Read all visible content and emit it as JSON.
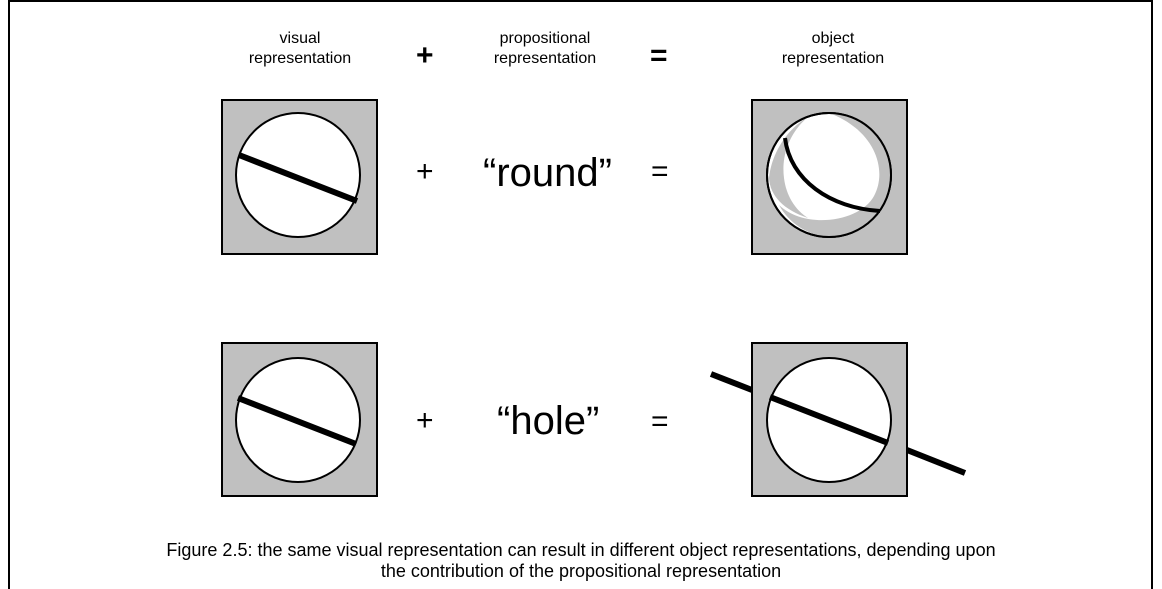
{
  "header": {
    "visual": [
      "visual",
      "representation"
    ],
    "plus": "+",
    "propositional": [
      "propositional",
      "representation"
    ],
    "equals": "=",
    "object": [
      "object",
      "representation"
    ]
  },
  "row1": {
    "plus": "+",
    "word": "“round”",
    "equals": "="
  },
  "row2": {
    "plus": "+",
    "word": "“hole”",
    "equals": "="
  },
  "caption": {
    "line1": "Figure 2.5: the same visual representation can result in different object representations, depending upon",
    "line2": "the contribution of the propositional representation"
  },
  "colors": {
    "gray_fill": "#c0c0c0",
    "stroke": "#000000",
    "circle_fill": "#ffffff"
  }
}
